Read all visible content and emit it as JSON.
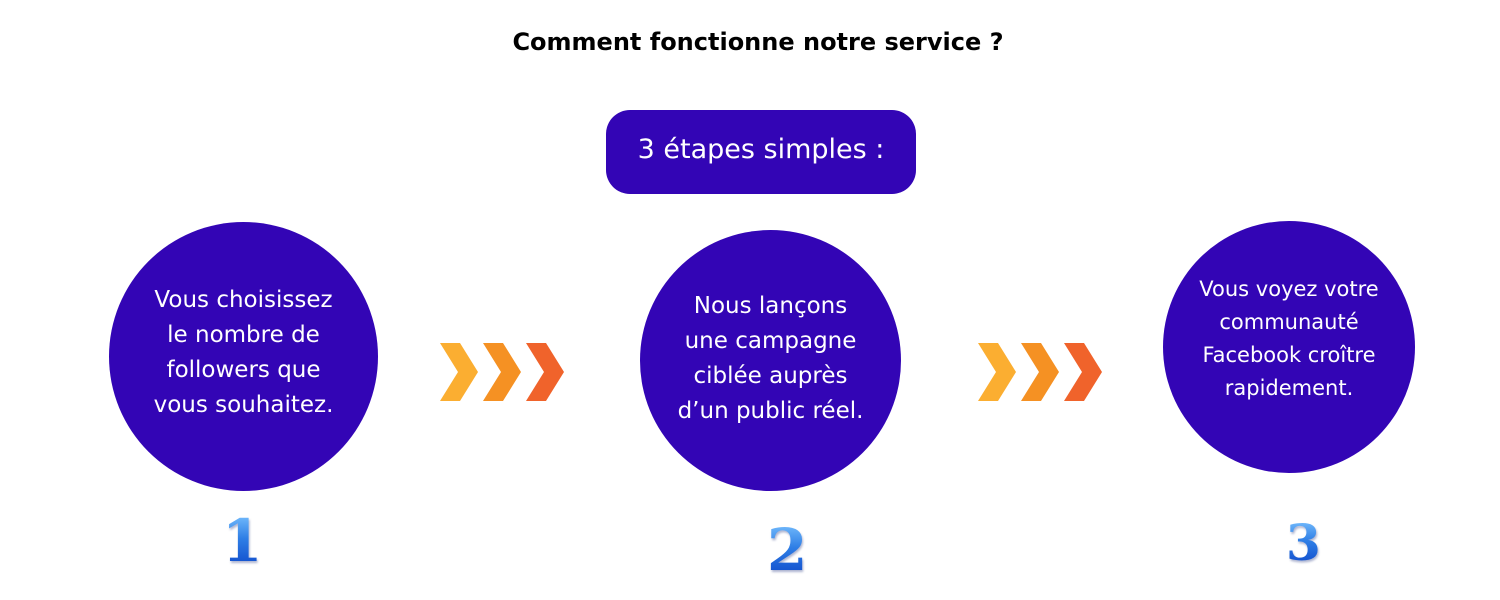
{
  "title": "Comment fonctionne notre service ?",
  "subtitle_pill": "3 étapes simples :",
  "colors": {
    "circle": "#3305b5",
    "arrow_light": "#fbae31",
    "arrow_mid": "#f59123",
    "arrow_dark": "#f0632b",
    "number_blue": "#1e63d8"
  },
  "steps": [
    {
      "number": "1",
      "text": "Vous choisissez\nle nombre de\nfollowers que\nvous souhaitez."
    },
    {
      "number": "2",
      "text": "Nous lançons\nune campagne\nciblée auprès\nd’un public réel."
    },
    {
      "number": "3",
      "text": "Vous voyez votre\ncommunauté\nFacebook croître\nrapidement."
    }
  ],
  "arrow_icon": "chevron-right-icon"
}
